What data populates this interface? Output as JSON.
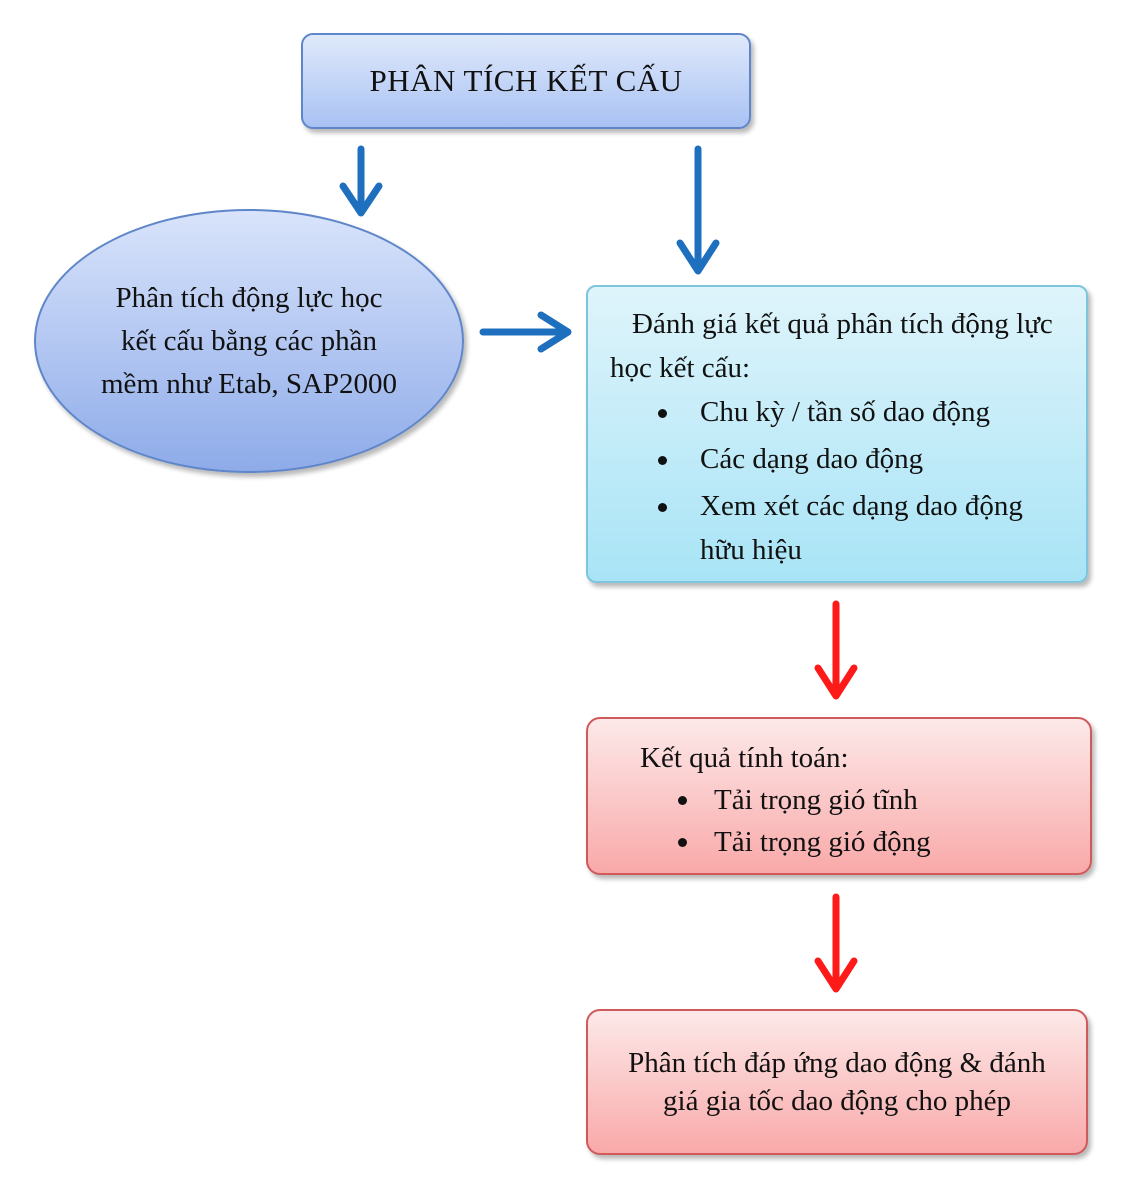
{
  "nodes": {
    "top": {
      "text": "PHÂN TÍCH KẾT CẤU"
    },
    "software": {
      "text": "Phân tích động lực học kết cấu bằng các phần mềm như Etab, SAP2000"
    },
    "evaluate": {
      "intro": "Đánh giá kết quả phân tích động lực học kết cấu:",
      "bullets": [
        "Chu kỳ / tần số dao động",
        "Các dạng dao động",
        "Xem xét các dạng dao động hữu hiệu"
      ]
    },
    "results": {
      "intro": "Kết quả tính toán:",
      "bullets": [
        "Tải trọng gió tĩnh",
        "Tải trọng gió động"
      ]
    },
    "response": {
      "text": "Phân tích đáp ứng dao động & đánh giá gia tốc dao động cho phép"
    }
  },
  "colors": {
    "blue_arrow": "#1f6fbf",
    "red_arrow": "#ff1a1a"
  }
}
